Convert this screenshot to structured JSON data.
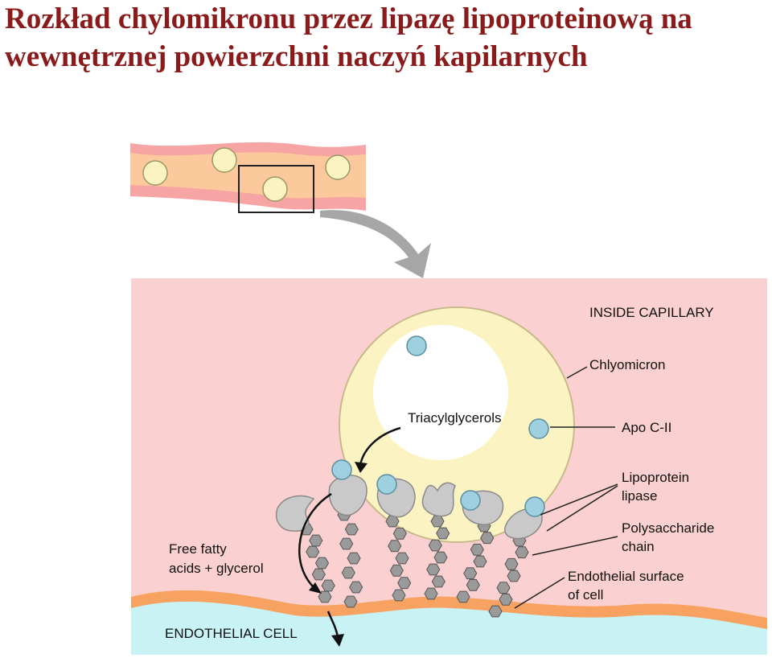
{
  "title": {
    "line1": "Rozkład chylomikronu przez lipazę lipoproteinową na",
    "line2": "wewnętrznej powierzchni naczyń kapilarnych"
  },
  "labels": {
    "inside_capillary": "INSIDE CAPILLARY",
    "chylomicron": "Chlyomicron",
    "triacylglycerols": "Triacylglycerols",
    "apo_c2": "Apo C-II",
    "lpl_line1": "Lipoprotein",
    "lpl_line2": "lipase",
    "poly_line1": "Polysaccharide",
    "poly_line2": "chain",
    "endo_surface_line1": "Endothelial surface",
    "endo_surface_line2": "of cell",
    "ffa_line1": "Free fatty",
    "ffa_line2": "acids + glycerol",
    "endothelial_cell": "ENDOTHELIAL CELL"
  },
  "colors": {
    "title": "#8b1a1a",
    "capillary_bg": "#fbd0d0",
    "chylomicron_shell": "#fbf4c2",
    "chylomicron_core": "#ffffff",
    "apo": "#9fd0e0",
    "lipase": "#c9c9c9",
    "chain": "#9a9a9a",
    "endothelial_surface": "#f7a260",
    "endothelial_cell": "#c8f2f4",
    "vessel_wall": "#f7a4a4",
    "vessel_lumen": "#fcc99c",
    "arrow": "#a6a6a6"
  }
}
